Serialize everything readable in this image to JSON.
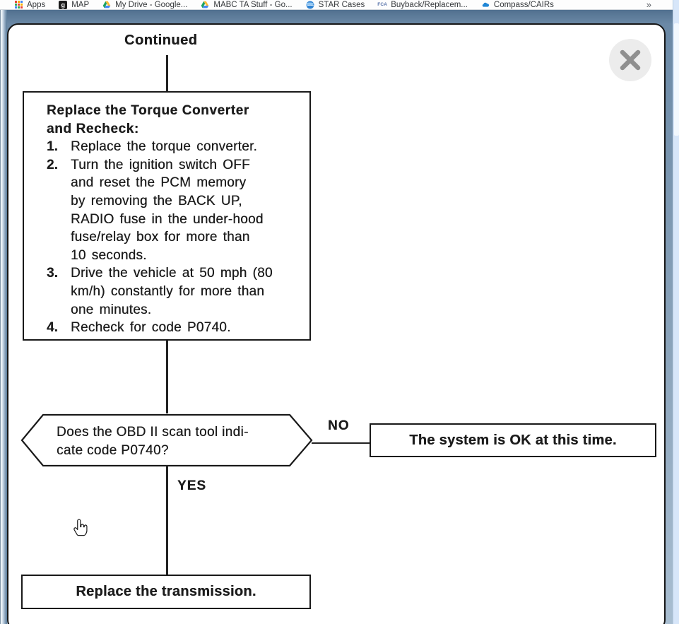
{
  "browser": {
    "bookmarks_bar": {
      "items": [
        {
          "label": "Apps",
          "icon": "apps-grid-icon"
        },
        {
          "label": "MAP",
          "icon": "map-favicon",
          "favicon_text": "g"
        },
        {
          "label": "My Drive - Google...",
          "icon": "google-drive-icon"
        },
        {
          "label": "MABC TA Stuff - Go...",
          "icon": "google-drive-icon"
        },
        {
          "label": "STAR Cases",
          "icon": "globe-favicon"
        },
        {
          "label": "Buyback/Replacem...",
          "icon": "fca-favicon",
          "favicon_text": "FCA"
        },
        {
          "label": "Compass/CAIRs",
          "icon": "cloud-favicon"
        }
      ],
      "overflow_chevron": "»"
    }
  },
  "viewer": {
    "close_icon": "x-close"
  },
  "flowchart": {
    "continued_label": "Continued",
    "process_box": {
      "title": "Replace the Torque Converter\nand Recheck:",
      "steps": [
        {
          "num": "1.",
          "text": "Replace the torque converter."
        },
        {
          "num": "2.",
          "text": "Turn the ignition switch OFF\nand reset the PCM memory\nby removing the BACK UP,\nRADIO fuse in the under-hood\nfuse/relay box for more than\n10 seconds."
        },
        {
          "num": "3.",
          "text": "Drive the vehicle at 50 mph (80\nkm/h) constantly for more than\none minutes."
        },
        {
          "num": "4.",
          "text": "Recheck for code P0740."
        }
      ]
    },
    "decision_text": "Does the OBD II scan tool indi-\ncate code P0740?",
    "no_label": "NO",
    "yes_label": "YES",
    "ok_box_text": "The system is OK at this time.",
    "end_box_text": "Replace the transmission."
  },
  "colors": {
    "page_background_top": "#51708f",
    "page_background_bottom": "#a9bed1",
    "panel_border": "#161616",
    "flowchart_ink": "#1c1c1c",
    "scrollbar_track": "#d7e6f9",
    "scrollbar_thumb": "#f2f8fe",
    "close_circle": "#ececec",
    "close_x": "#8f8f8f",
    "drive_green": "#1da261",
    "drive_yellow": "#fcb934",
    "drive_blue": "#4688f4",
    "globe_blue": "#2f83d3",
    "cloud_blue": "#1f86d6"
  }
}
